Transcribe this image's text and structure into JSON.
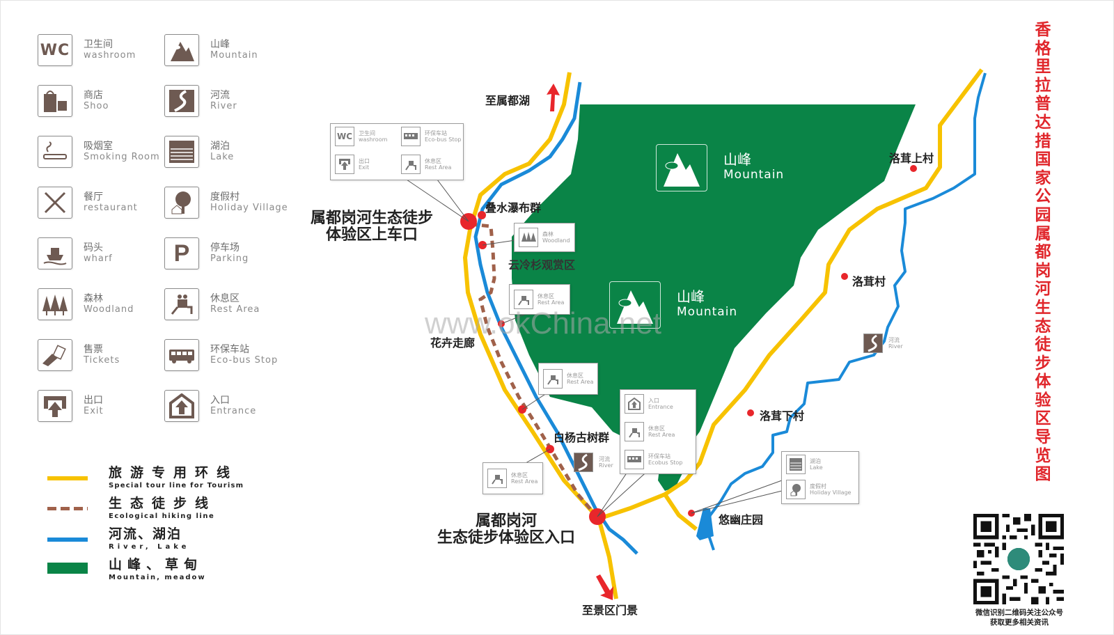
{
  "title": "香格里拉普达措国家公园属都岗河生态徒步体验区导览图",
  "legend_icons": [
    {
      "icon": "washroom-icon",
      "cn": "卫生间",
      "en": "washroom"
    },
    {
      "icon": "mountain-icon",
      "cn": "山峰",
      "en": "Mountain"
    },
    {
      "icon": "shop-icon",
      "cn": "商店",
      "en": "Shoo"
    },
    {
      "icon": "river-icon",
      "cn": "河流",
      "en": "River"
    },
    {
      "icon": "smoking-room-icon",
      "cn": "吸烟室",
      "en": "Smoking Room"
    },
    {
      "icon": "lake-icon",
      "cn": "湖泊",
      "en": "Lake"
    },
    {
      "icon": "restaurant-icon",
      "cn": "餐厅",
      "en": "restaurant"
    },
    {
      "icon": "holiday-village-icon",
      "cn": "度假村",
      "en": "Holiday Village"
    },
    {
      "icon": "wharf-icon",
      "cn": "码头",
      "en": "wharf"
    },
    {
      "icon": "parking-icon",
      "cn": "停车场",
      "en": "Parking"
    },
    {
      "icon": "woodland-icon",
      "cn": "森林",
      "en": "Woodland"
    },
    {
      "icon": "rest-area-icon",
      "cn": "休息区",
      "en": "Rest Area"
    },
    {
      "icon": "tickets-icon",
      "cn": "售票",
      "en": "Tickets"
    },
    {
      "icon": "eco-bus-stop-icon",
      "cn": "环保车站",
      "en": "Eco-bus Stop"
    },
    {
      "icon": "exit-icon",
      "cn": "出口",
      "en": "Exit"
    },
    {
      "icon": "entrance-icon",
      "cn": "入口",
      "en": "Entrance"
    }
  ],
  "legend_lines": [
    {
      "cn": "旅游专用环线",
      "en": "Special tour line for Tourism",
      "color": "#f7c200",
      "style": "solid"
    },
    {
      "cn": "生态徒步线",
      "en": "Ecological hiking line",
      "color": "#a0614a",
      "style": "dashed"
    },
    {
      "cn": "河流、湖泊",
      "en": "River, Lake",
      "color": "#1a8ad8",
      "style": "solid"
    },
    {
      "cn": "山峰、草甸",
      "en": "Mountain, meadow",
      "color": "#0a8447",
      "style": "block"
    }
  ],
  "colors": {
    "tour_line": "#f7c200",
    "hiking_line": "#a0614a",
    "river": "#1a8ad8",
    "mountain": "#0a8447",
    "poi": "#e8262b",
    "title": "#e0262b",
    "icon_brown": "#6e5a52"
  },
  "map": {
    "labels": {
      "to_lake": "至属都湖",
      "to_gate": "至景区门景",
      "upper_stop": "属都岗河生态徒步\n体验区上车口",
      "entrance": "属都岗河\n生态徒步体验区入口",
      "waterfall": "叠水瀑布群",
      "fir_view": "云冷杉观赏区",
      "flower_corridor": "花卉走廊",
      "poplar_trees": "白杨古树群",
      "upper_village": "洛茸上村",
      "village": "洛茸村",
      "lower_village": "洛茸下村",
      "manor": "悠幽庄园",
      "mountain1_cn": "山峰",
      "mountain1_en": "Mountain",
      "mountain2_cn": "山峰",
      "mountain2_en": "Mountain",
      "river_cn": "河流",
      "river_en": "River"
    },
    "callouts": {
      "upper": [
        {
          "icon": "washroom-icon",
          "cn": "卫生间",
          "en": "washroom"
        },
        {
          "icon": "eco-bus-stop-icon",
          "cn": "环保车站",
          "en": "Eco-bus Stop"
        },
        {
          "icon": "exit-icon",
          "cn": "出口",
          "en": "Exit"
        },
        {
          "icon": "rest-area-icon",
          "cn": "休息区",
          "en": "Rest Area"
        }
      ],
      "woodland": {
        "icon": "woodland-icon",
        "cn": "森林",
        "en": "Woodland"
      },
      "rest1": {
        "icon": "rest-area-icon",
        "cn": "休息区",
        "en": "Rest Area"
      },
      "rest2": {
        "icon": "rest-area-icon",
        "cn": "休息区",
        "en": "Rest Area"
      },
      "rest3": {
        "icon": "rest-area-icon",
        "cn": "休息区",
        "en": "Rest Area"
      },
      "river": {
        "icon": "river-icon",
        "cn": "河流",
        "en": "River"
      },
      "entrance": [
        {
          "icon": "entrance-icon",
          "cn": "入口",
          "en": "Entrance"
        },
        {
          "icon": "rest-area-icon",
          "cn": "休息区",
          "en": "Rest Area"
        },
        {
          "icon": "eco-bus-stop-icon",
          "cn": "环保车站",
          "en": "Ecobus Stop"
        }
      ],
      "manor": [
        {
          "icon": "lake-icon",
          "cn": "湖泊",
          "en": "Lake"
        },
        {
          "icon": "holiday-village-icon",
          "cn": "度假村",
          "en": "Holiday Village"
        }
      ]
    }
  },
  "watermark": "www.okChina.net",
  "qr": {
    "caption_line1": "微信识别二维码关注公众号",
    "caption_line2": "获取更多相关资讯"
  }
}
